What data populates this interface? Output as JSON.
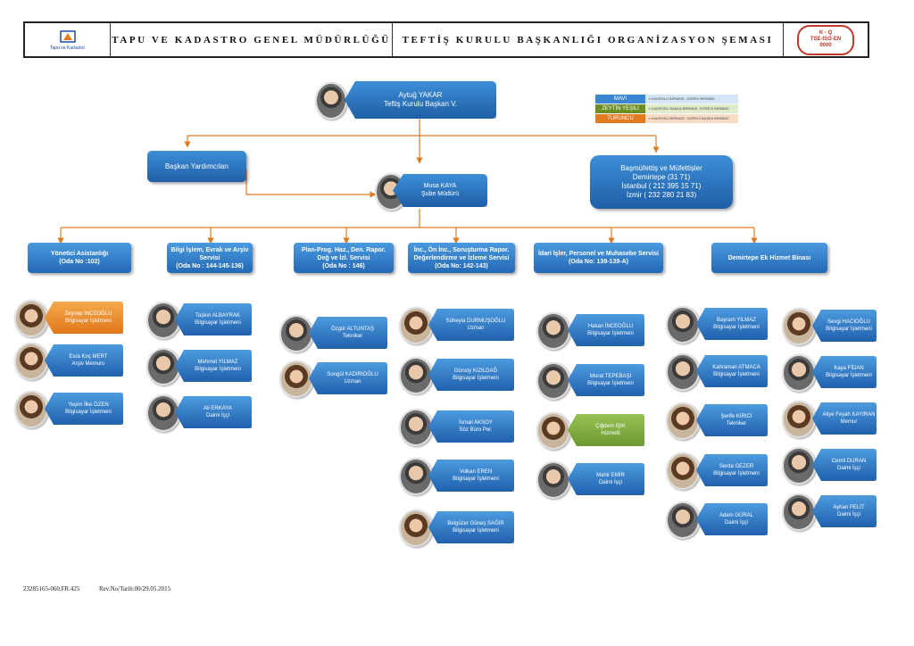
{
  "header": {
    "logo_text": "Tapu ve Kadastro",
    "title_left": "TAPU VE KADASTRO GENEL MÜDÜRLÜĞÜ",
    "title_right": "TEFTİŞ KURULU BAŞKANLIĞI ORGANİZASYON ŞEMASI",
    "cert_top": "K - Q",
    "cert_mid": "TSE-ISO-EN",
    "cert_bot": "9000"
  },
  "legend": [
    {
      "label": "MAVİ",
      "color": "#3a86d1",
      "bg": "#d4e6f6",
      "desc": "▪ KADROLU BİRİMDE, GÖREV BİRİMDE"
    },
    {
      "label": "ZEYTİN YEŞİLİ",
      "color": "#6b8e23",
      "bg": "#dfeccb",
      "desc": "▪ KADROSU BAŞKA BİRİMDE, GÖREVİ BİRİMDE"
    },
    {
      "label": "TURUNCU",
      "color": "#e07b22",
      "bg": "#f8ddc6",
      "desc": "▪ KADROSU BİRİMDE, GÖREVİ BAŞKA BİRİMDE"
    }
  ],
  "head": {
    "name": "Aytuğ YAKAR",
    "title": "Teftiş Kurulu Başkan V."
  },
  "deputies": {
    "label": "Başkan Yardımcıları"
  },
  "branch": {
    "name": "Musa KAYA",
    "title": "Şube Müdürü"
  },
  "inspectors": {
    "line1": "Başmüfettiş ve Müfettişler",
    "line2": "Demirtepe (31 71)",
    "line3": "İstanbul ( 212 395 15 71)",
    "line4": "İzmir ( 232 280 21 83)"
  },
  "departments": [
    {
      "l1": "Yönetici Asistanlığı",
      "l2": "(Oda No :102)"
    },
    {
      "l1": "Bilgi İşlem, Evrak ve Arşiv Servisi",
      "l2": "(Oda No : 144-145-136)"
    },
    {
      "l1": "Plan-Prog. Haz., Den. Rapor. Değ ve İzl. Servisi",
      "l2": "(Oda No : 146)"
    },
    {
      "l1": "İnc., Ön İnc., Soruşturma Rapor. Değerlendirme ve İzleme Servisi",
      "l2": "(Oda No: 142-143)"
    },
    {
      "l1": "İdari İşler, Personel ve Muhasebe Servisi",
      "l2": "(Oda No: 139-139-A)"
    },
    {
      "l1": "Demirtepe Ek Hizmet Binası",
      "l2": ""
    }
  ],
  "staff": {
    "c1": [
      {
        "name": "Zeynep İNCEOĞLU",
        "title": "Bilgisayar İşletmeni"
      },
      {
        "name": "Esra Koç MERT",
        "title": "Arşiv Memuru"
      },
      {
        "name": "Yeşim İlke ÖZEN",
        "title": "Bilgisayar İşletmeni"
      }
    ],
    "c2": [
      {
        "name": "Taşkın ALBAYRAK",
        "title": "Bilgisayar İşletmeni"
      },
      {
        "name": "Mehmet YILMAZ",
        "title": "Bilgisayar İşletmeni"
      },
      {
        "name": "Ali ERKAYA",
        "title": "Daimi İşçi"
      }
    ],
    "c3": [
      {
        "name": "Özgür ALTUNTAŞ",
        "title": "Tekniker"
      },
      {
        "name": "Songül KADIRİOĞLU",
        "title": "Uzman"
      }
    ],
    "c4": [
      {
        "name": "Süheyla DURMUŞOĞLU",
        "title": "Uzman"
      },
      {
        "name": "Gürsoy KIZILDAĞ",
        "title": "Bilgisayar İşletmeni"
      },
      {
        "name": "İsmail AKSOY",
        "title": "Söz Büro Per."
      },
      {
        "name": "Volkan EREN",
        "title": "Bilgisayar İşletmeni"
      },
      {
        "name": "Belgüzer Güneş SAĞIR",
        "title": "Bilgisayar İşletmeni"
      }
    ],
    "c5": [
      {
        "name": "Hakan İNCEOĞLU",
        "title": "Bilgisayar İşletmeni"
      },
      {
        "name": "Murat TEPEBAŞI",
        "title": "Bilgisayar İşletmeni"
      },
      {
        "name": "Çiğdem IŞIK",
        "title": "Hizmetli"
      },
      {
        "name": "Mahir EMİR",
        "title": "Daimi İşçi"
      }
    ],
    "c6": [
      {
        "name": "Bayram YILMAZ",
        "title": "Bilgisayar İşletmeni"
      },
      {
        "name": "Kahraman ATMACA",
        "title": "Bilgisayar İşletmeni"
      },
      {
        "name": "Şerife KIRICI",
        "title": "Tekniker"
      },
      {
        "name": "Serda GEZER",
        "title": "Bilgisayar İşletmeni"
      },
      {
        "name": "Adem GÜRAL",
        "title": "Daimi İşçi"
      }
    ],
    "c7": [
      {
        "name": "Sevgi HACIOĞLU",
        "title": "Bilgisayar İşletmeni"
      },
      {
        "name": "Kaya FİDAN",
        "title": "Bilgisayar İşletmeni"
      },
      {
        "name": "Aliye Feyah KAYIRAN",
        "title": "Memur"
      },
      {
        "name": "Cemil DURAN",
        "title": "Daimi İşçi"
      },
      {
        "name": "Ayhan PELİT",
        "title": "Daimi İşçi"
      }
    ]
  },
  "footer": {
    "code": "23285165-060.FR.425",
    "rev": "Rev.No/Tarih:00/29.05.2015"
  }
}
